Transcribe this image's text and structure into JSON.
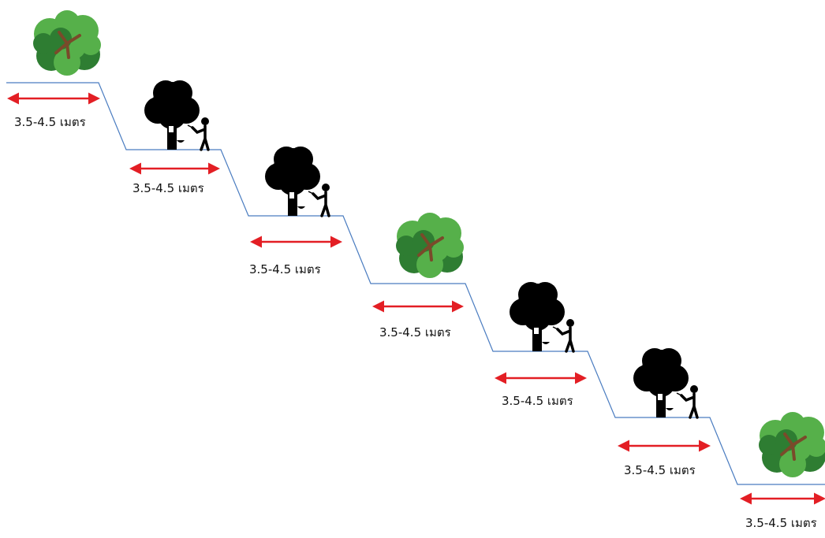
{
  "colors": {
    "terrace_line": "#4a7cc0",
    "arrow": "#e31e24",
    "tree_canopy_dark": "#2e7d32",
    "tree_canopy_light": "#56b04a",
    "tree_trunk": "#7a4a2a",
    "silhouette": "#000000"
  },
  "steps": [
    {
      "label": "3.5-4.5 เมตร",
      "icon": "tree-canopy-icon"
    },
    {
      "label": "3.5-4.5 เมตร",
      "icon": "rubber-tapper-icon"
    },
    {
      "label": "3.5-4.5 เมตร",
      "icon": "rubber-tapper-icon"
    },
    {
      "label": "3.5-4.5 เมตร",
      "icon": "tree-canopy-icon"
    },
    {
      "label": "3.5-4.5 เมตร",
      "icon": "rubber-tapper-icon"
    },
    {
      "label": "3.5-4.5 เมตร",
      "icon": "rubber-tapper-icon"
    },
    {
      "label": "3.5-4.5 เมตร",
      "icon": "tree-canopy-icon"
    }
  ]
}
